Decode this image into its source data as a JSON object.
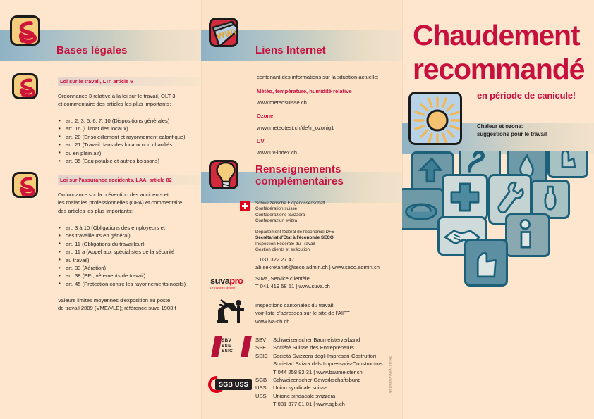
{
  "document": {
    "title": "Chaudement recommandé",
    "title_line1": "Chaudement",
    "title_line2": "recommandé",
    "subtitle": "en période de canicule!",
    "tagline_line1": "Chaleur et ozone:",
    "tagline_line2": "suggestions pour le travail",
    "credit": "Design: www.viaduct.ch"
  },
  "colors": {
    "accent_red": "#c8103e",
    "logo_red": "#e1001a",
    "page_bg": "#fde6cd",
    "banner_blue": "#8fb2c4",
    "illustration_teal": "#1c6179"
  },
  "sections": {
    "bases_legales": {
      "heading": "Bases légales",
      "icon": "legal-scales-icon",
      "subsections": [
        {
          "bar_label": "Loi sur le travail, LTr, article 6",
          "intro_line1": "Ordonnance 3 relative à la loi sur le travail, OLT 3,",
          "intro_line2": "et commentaire des articles les plus importants:",
          "items": [
            "art. 2, 3, 5, 6, 7, 10 (Dispositions générales)",
            "art. 16 (Climat des locaux)",
            "art. 20 (Ensoleillement et rayonnement calorifique)",
            "art. 21 (Travail dans des locaux non chauffés",
            "ou en plein air)",
            "art. 35 (Eau potable et autres boissons)"
          ],
          "item_indent": [
            false,
            false,
            false,
            false,
            true,
            false
          ]
        },
        {
          "bar_label": "Loi sur l'assurance accidents, LAA, article 82",
          "intro_line1": "Ordonnance sur la prévention des accidents et",
          "intro_line2": "les maladies professionnelles (OPA) et commentaire",
          "intro_line3": "des articles les plus importants:",
          "items": [
            "art. 3 à 10 (Obligations des employeurs et",
            "des travailleurs en général)",
            "art. 11 (Obligations du travailleur)",
            "art. 11 a (Appel aux spécialistes de la sécurité",
            "au travail)",
            "art. 33 (Aération)",
            "art. 38 (EPI, vêtements de travail)",
            "art. 45 (Protection contre les rayonnements nocifs)"
          ],
          "item_indent": [
            false,
            true,
            false,
            false,
            true,
            false,
            false,
            false
          ]
        }
      ],
      "footer_line1": "Valeurs limites moyennes d'exposition au poste",
      "footer_line2": "de travail 2009 (VME/VLE); référence suva 1903.f"
    },
    "liens_internet": {
      "heading": "Liens Internet",
      "icon": "www-browser-icon",
      "intro": "contenant des informations sur la situation actuelle:",
      "links": [
        {
          "label": "Météo, température, humidité relative",
          "url": "www.meteosuisse.ch"
        },
        {
          "label": "Ozone",
          "url": "www.meteotest.ch/de/ir_ozonig1"
        },
        {
          "label": "UV",
          "url": "www.uv-index.ch"
        }
      ]
    },
    "renseignements": {
      "heading_line1": "Renseignements",
      "heading_line2": "complémentaires",
      "icon": "lightbulb-icon",
      "entries": [
        {
          "logo": "swiss-confederation-flag",
          "names": [
            "Schweizerische Eidgenossenschaft",
            "Confédération suisse",
            "Confederazione Svizzera",
            "Confederaziun svizra"
          ],
          "dept": [
            "Département fédéral de l'économie DFE",
            "Secrétariat d'Etat à l'économie SECO",
            "Inspection Fédérale du Travail",
            "Gestion clients et exécution"
          ],
          "dept_bold_index": 1,
          "phone": "T 031 322 27 47",
          "contact": "ab.sekretariat@seco.admin.ch | www.seco.admin.ch"
        },
        {
          "logo": "suvapro-logo",
          "logo_text_dark": "suva",
          "logo_text_red": "pro",
          "logo_tagline": "Le travail en sécurité",
          "line1": "Suva, Service clientèle",
          "line2": "T 041 419 58 51 | www.suva.ch"
        },
        {
          "logo": "iva-inspector-icon",
          "line1": "Inspections cantonales du travail:",
          "line2": "voir liste d'adresses sur le site de l'AIPT",
          "line3": "www.iva-ch.ch"
        },
        {
          "logo": "sbv-sse-ssic-logo",
          "logo_lines": [
            "SBV",
            "SSE",
            "SSIC"
          ],
          "rows": [
            {
              "abbr": "SBV",
              "name": "Schweizerischer Baumeisterverband"
            },
            {
              "abbr": "SSE",
              "name": "Société Suisse des Entrepreneurs"
            },
            {
              "abbr": "SSIC",
              "name": "Società Svizzera degli Impresari-Costruttori"
            },
            {
              "abbr": "",
              "name": "Societad Svizra dals Impressaris-Constructurs"
            },
            {
              "abbr": "",
              "name": "T 044 258 82 31 | www.baumeister.ch"
            }
          ]
        },
        {
          "logo": "sgb-uss-logo",
          "logo_text_1": "SGB",
          "logo_text_bar": "|",
          "logo_text_2": "USS",
          "rows": [
            {
              "abbr": "SGB",
              "name": "Schweizerischer Gewerkschaftsbund"
            },
            {
              "abbr": "USS",
              "name": "Union syndicale suisse"
            },
            {
              "abbr": "USS",
              "name": "Unione sindacale svizzera"
            },
            {
              "abbr": "",
              "name": "T 031 377 01 01 | www.sgb.ch"
            }
          ]
        }
      ]
    }
  }
}
